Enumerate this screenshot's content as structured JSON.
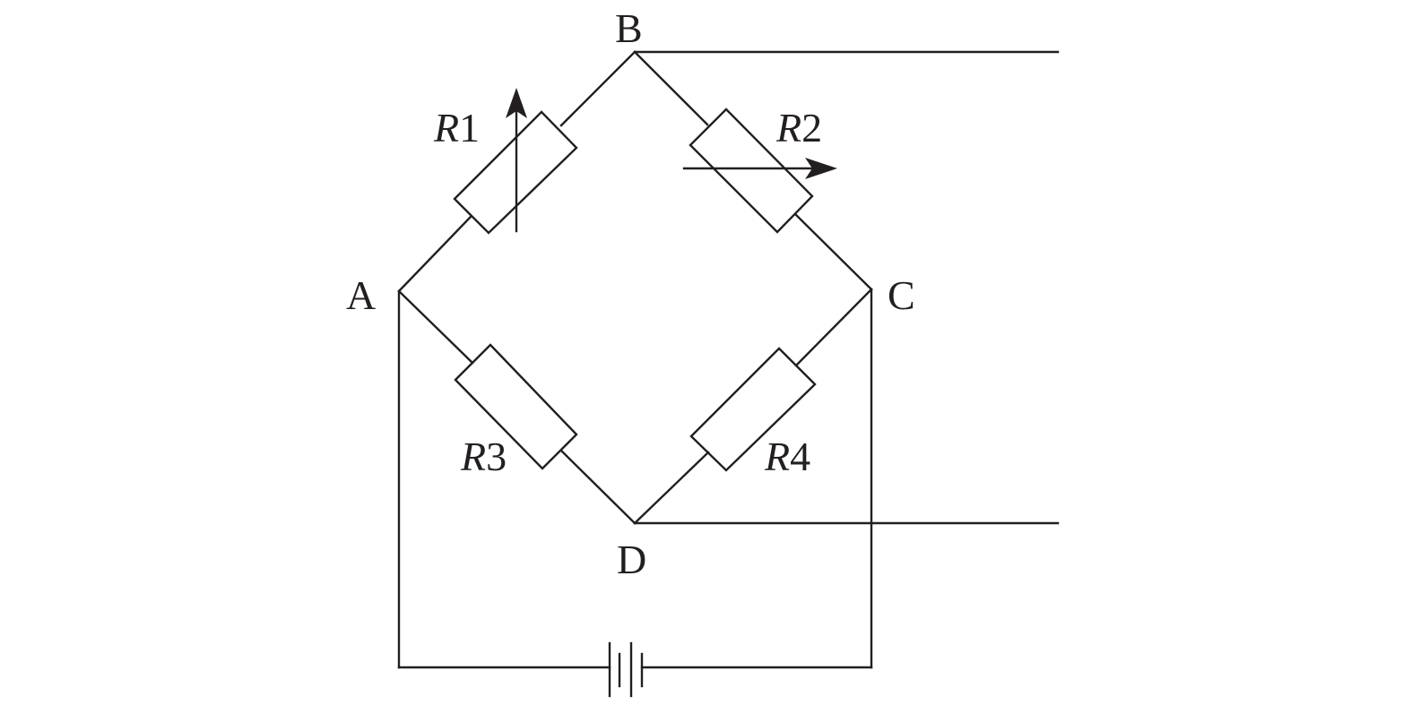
{
  "nodes": {
    "a": "A",
    "b": "B",
    "c": "C",
    "d": "D"
  },
  "resistors": {
    "r1": {
      "letter": "R",
      "index": "1"
    },
    "r2": {
      "letter": "R",
      "index": "2"
    },
    "r3": {
      "letter": "R",
      "index": "3"
    },
    "r4": {
      "letter": "R",
      "index": "4"
    }
  },
  "colors": {
    "ink": "#231f20",
    "background": "#ffffff"
  }
}
